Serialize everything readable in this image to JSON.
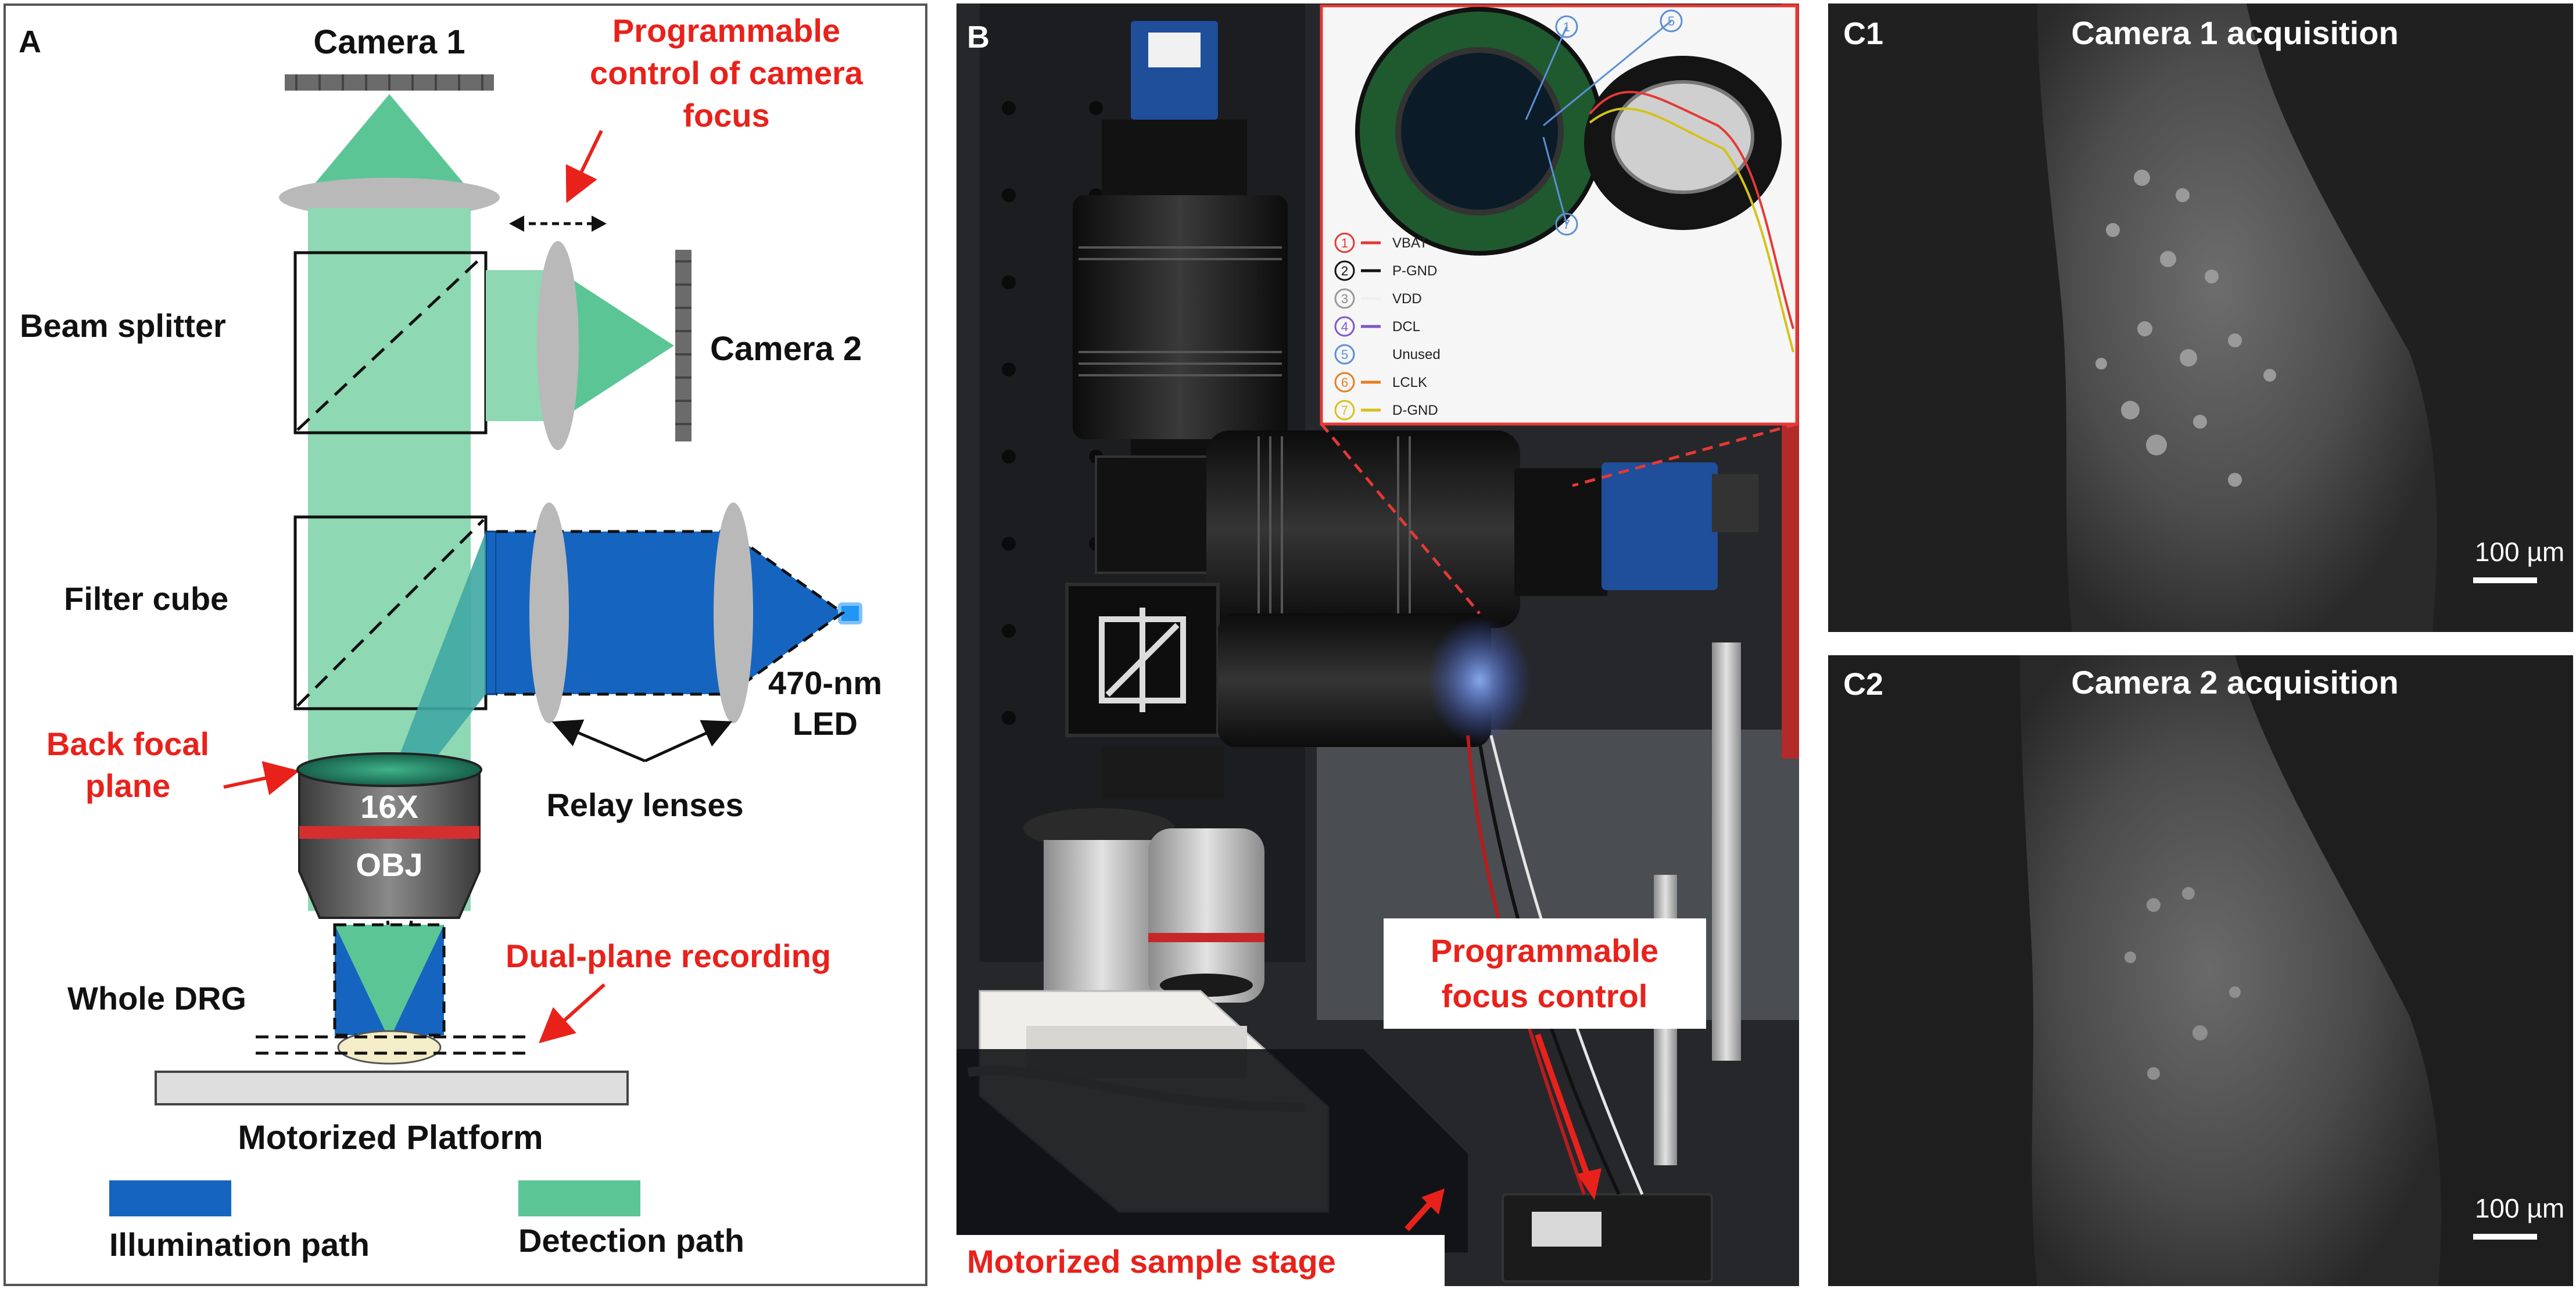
{
  "panel_a": {
    "letter": "A",
    "camera1": "Camera 1",
    "camera2": "Camera 2",
    "prog_focus_lines": [
      "Programmable",
      "control of camera",
      "focus"
    ],
    "beam_splitter": "Beam splitter",
    "filter_cube": "Filter cube",
    "back_focal_lines": [
      "Back focal",
      "plane"
    ],
    "led_lines": [
      "470-nm",
      "LED"
    ],
    "objective_mag": "16X",
    "objective_name": "OBJ",
    "relay_lenses": "Relay lenses",
    "dual_plane": "Dual-plane recording",
    "whole_drg": "Whole DRG",
    "platform": "Motorized Platform",
    "legend_illumination": "Illumination path",
    "legend_detection": "Detection path"
  },
  "panel_b": {
    "letter": "B",
    "prog_focus_lines": [
      "Programmable",
      "focus control"
    ],
    "stage_label": "Motorized sample stage",
    "pins": [
      {
        "num": "1",
        "name": "VBAT",
        "color": "#e53935"
      },
      {
        "num": "2",
        "name": "P-GND",
        "color": "#111111"
      },
      {
        "num": "3",
        "name": "VDD",
        "color": "#eeeeee"
      },
      {
        "num": "4",
        "name": "DCL",
        "color": "#7e57c2"
      },
      {
        "num": "5",
        "name": "Unused",
        "color": "#5c8fd6"
      },
      {
        "num": "6",
        "name": "LCLK",
        "color": "#e67e22"
      },
      {
        "num": "7",
        "name": "D-GND",
        "color": "#d4c21a"
      }
    ],
    "callout_numbers": [
      "1",
      "5",
      "7"
    ]
  },
  "panel_c1": {
    "letter": "C1",
    "title": "Camera 1 acquisition",
    "scale": "100 µm"
  },
  "panel_c2": {
    "letter": "C2",
    "title": "Camera 2 acquisition",
    "scale": "100 µm"
  },
  "colors": {
    "illumination": "#1565c0",
    "detection": "#5cc596",
    "accent_red": "#e8221b",
    "lens_gray": "#b9b9b9"
  }
}
